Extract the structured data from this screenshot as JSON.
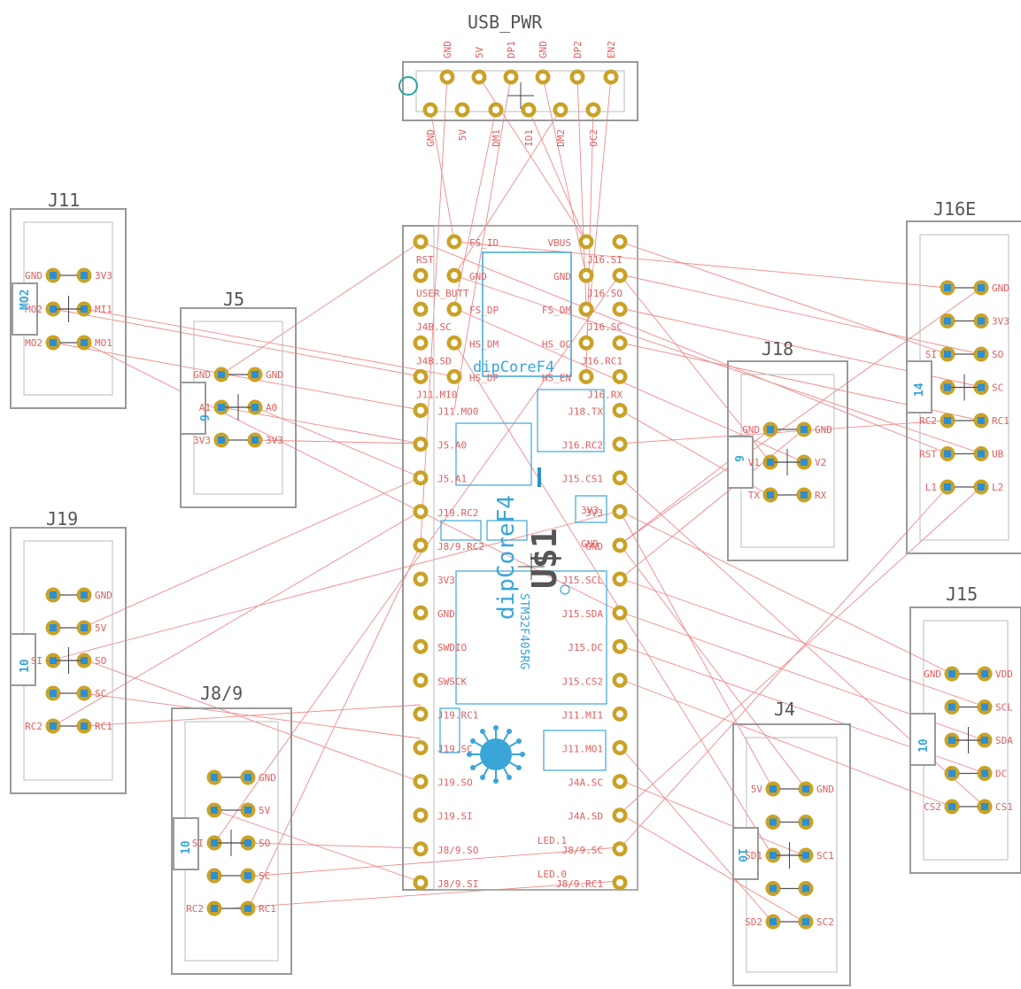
{
  "colors": {
    "pad": "#c9a227",
    "pad_hole": "#ffffff",
    "pad_sq": "#2e8fd0",
    "outline": "#9a9a9a",
    "ratsnest": "#f08a8a",
    "label": "#e06060",
    "silk_cyan": "#3aa6d8",
    "header_text": "#555555"
  },
  "usb": {
    "title": "USB_PWR",
    "top_labels": [
      "GND",
      "5V",
      "DP1",
      "GND",
      "DP2",
      "EN2"
    ],
    "bottom_labels": [
      "GND",
      "5V",
      "DM1",
      "ID1",
      "DM2",
      "OC2"
    ]
  },
  "module": {
    "name": "dipCoreF4",
    "part": "U$1",
    "chip": "STM32F405RG",
    "left_labels": [
      "RST",
      "USER_BUTT",
      "J4B.SC",
      "J4B.SD",
      "J11.MI0",
      "J11.MO0",
      "J5.A0",
      "J5.A1",
      "J19.RC2",
      "J8/9.RC2",
      "3V3",
      "GND",
      "SWDIO",
      "SWSCK",
      "J19.RC1",
      "J19.SC",
      "J19.SO",
      "J19.SI",
      "J8/9.SO",
      "J8/9.SI"
    ],
    "right_labels": [
      "J16.SI",
      "J16.SO",
      "J16.SC",
      "J16.RC1",
      "J16.RX",
      "J18.TX",
      "J16.RC2",
      "J15.CS1",
      "3V3",
      "GND",
      "J15.SCL",
      "J15.SDA",
      "J15.DC",
      "J15.CS2",
      "J11.MI1",
      "J11.MO1",
      "J4A.SC",
      "J4A.SD",
      "J8/9.SC",
      "J8/9.RC1"
    ],
    "usb_labels_left": [
      "FS_ID",
      "GND",
      "FS_DP",
      "HS_DM",
      "HS_DP"
    ],
    "usb_labels_right": [
      "VBUS",
      "GND",
      "FS_DM",
      "HS_OC",
      "HS_EN"
    ],
    "inner_labels": [
      "3V3",
      "GND",
      "LED.1",
      "LED.0"
    ]
  },
  "connectors": {
    "J11": {
      "title": "J11",
      "left": [
        "GND",
        "MO2",
        "MO2"
      ],
      "right": [
        "3V3",
        "MI1",
        "MO1"
      ],
      "badge": "MO2"
    },
    "J5": {
      "title": "J5",
      "left": [
        "GND",
        "A1",
        "3V3"
      ],
      "right": [
        "GND",
        "A0",
        "3V3"
      ],
      "badge": "6"
    },
    "J19": {
      "title": "J19",
      "left": [
        "SI",
        "RC2"
      ],
      "right": [
        "GND",
        "5V",
        "SO",
        "SC",
        "RC1"
      ],
      "badge": "10"
    },
    "J8_9": {
      "title": "J8/9",
      "left": [
        "SI",
        "RC2"
      ],
      "right": [
        "GND",
        "5V",
        "SO",
        "SC",
        "RC1"
      ],
      "badge": "10"
    },
    "J18": {
      "title": "J18",
      "left": [
        "GND",
        "V1",
        "TX"
      ],
      "right": [
        "GND",
        "V2",
        "RX"
      ],
      "badge": "6"
    },
    "J16E": {
      "title": "J16E",
      "left": [
        "SI",
        "RC2",
        "RST",
        "L1"
      ],
      "right": [
        "GND",
        "3V3",
        "SO",
        "SC",
        "RC1",
        "UB",
        "L2"
      ],
      "badge": "14"
    },
    "J15": {
      "title": "J15",
      "left": [
        "GND",
        "CS2"
      ],
      "right": [
        "VDD",
        "SCL",
        "SDA",
        "DC",
        "CS1"
      ],
      "badge": "10"
    },
    "J4": {
      "title": "J4",
      "left": [
        "5V",
        "SD1",
        "SD2"
      ],
      "right": [
        "GND",
        "SC1",
        "SC2"
      ],
      "badge": "10"
    }
  }
}
